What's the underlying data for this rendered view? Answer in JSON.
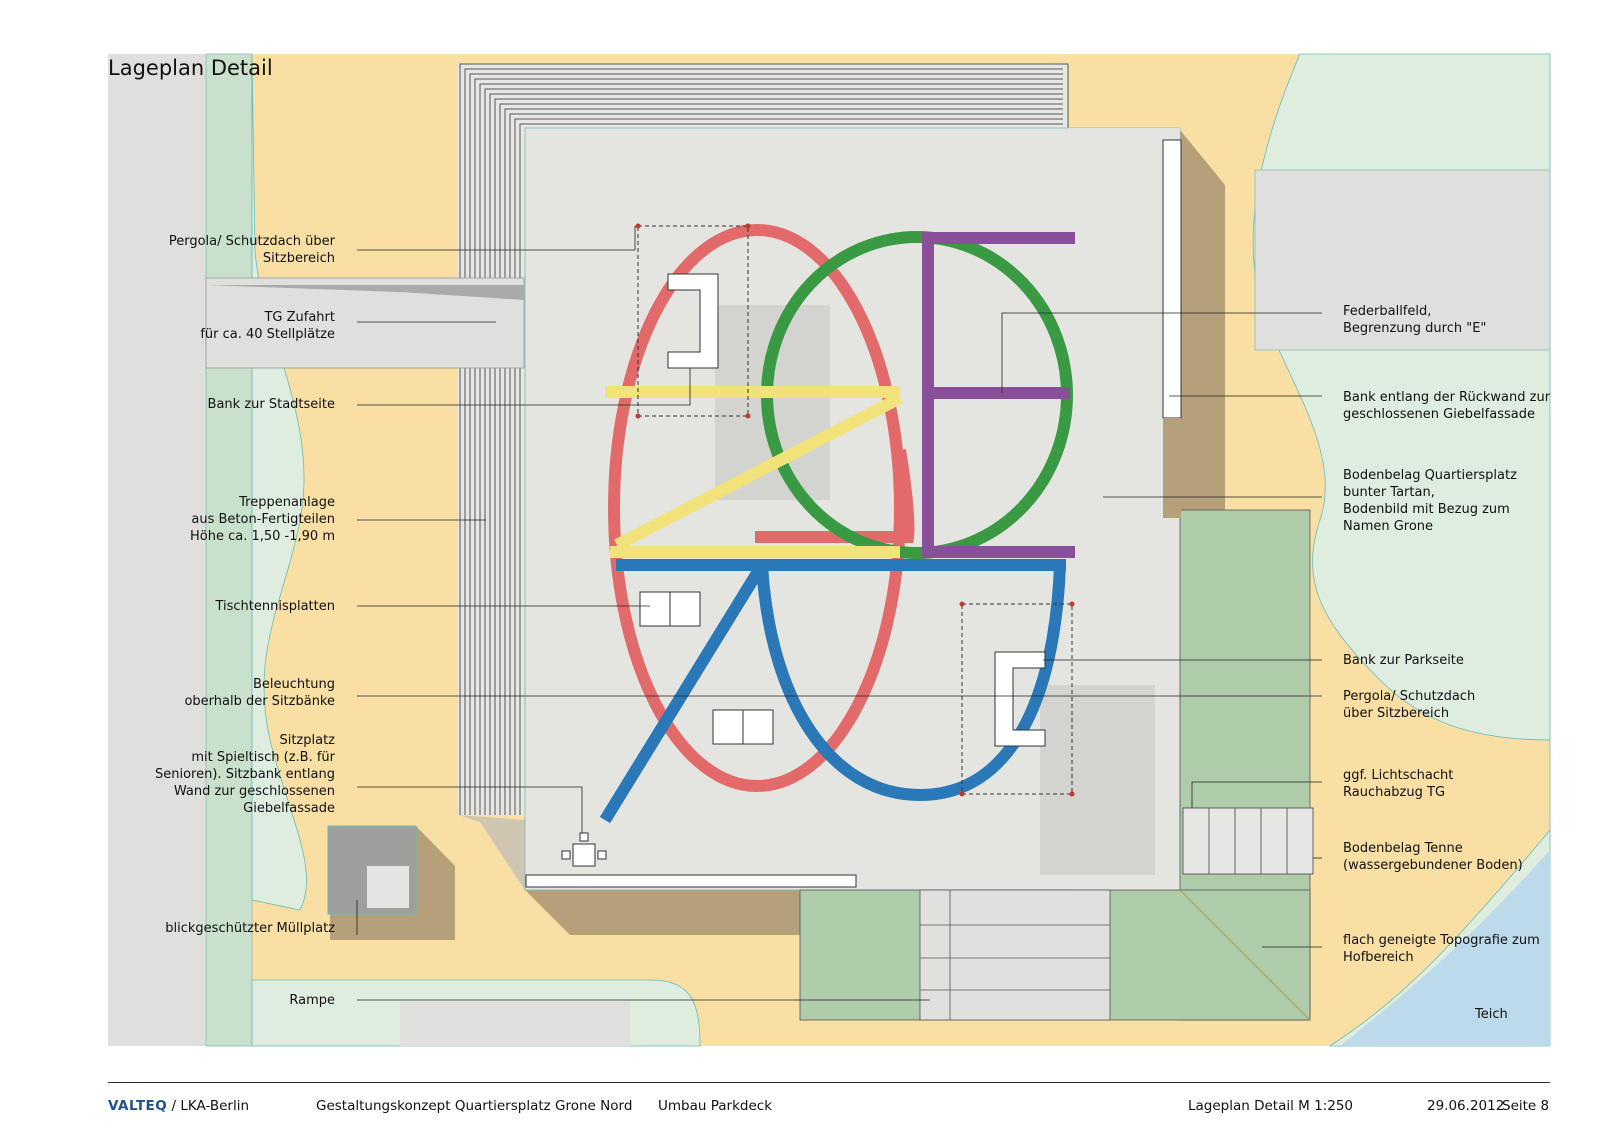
{
  "title": "Lageplan Detail",
  "labels_left": [
    {
      "id": "pergola-left",
      "lines": [
        "Pergola/ Schutzdach über",
        "Sitzbereich"
      ]
    },
    {
      "id": "tg-zufahrt",
      "lines": [
        "TG Zufahrt",
        "für ca. 40 Stellplätze"
      ]
    },
    {
      "id": "bank-stadtseite",
      "lines": [
        "Bank zur Stadtseite"
      ]
    },
    {
      "id": "treppenanlage",
      "lines": [
        "Treppenanlage",
        "aus Beton-Fertigteilen",
        "Höhe ca. 1,50 -1,90 m"
      ]
    },
    {
      "id": "tischtennis",
      "lines": [
        "Tischtennisplatten"
      ]
    },
    {
      "id": "beleuchtung",
      "lines": [
        "Beleuchtung",
        "oberhalb der Sitzbänke"
      ]
    },
    {
      "id": "sitzplatz",
      "lines": [
        "Sitzplatz",
        "mit Spieltisch (z.B. für",
        "Senioren). Sitzbank entlang",
        "Wand zur geschlossenen",
        "Giebelfassade"
      ]
    },
    {
      "id": "muellplatz",
      "lines": [
        "blickgeschützter Müllplatz"
      ]
    },
    {
      "id": "rampe",
      "lines": [
        "Rampe"
      ]
    }
  ],
  "labels_right": [
    {
      "id": "federballfeld",
      "lines": [
        "Federballfeld,",
        "Begrenzung durch \"E\""
      ]
    },
    {
      "id": "bank-rueckwand",
      "lines": [
        "Bank entlang der Rückwand zur",
        "geschlossenen Giebelfassade"
      ]
    },
    {
      "id": "bodenbelag-platz",
      "lines": [
        "Bodenbelag Quartiersplatz",
        "bunter Tartan,",
        "Bodenbild mit Bezug zum",
        "Namen Grone"
      ]
    },
    {
      "id": "bank-parkseite",
      "lines": [
        "Bank zur Parkseite"
      ]
    },
    {
      "id": "pergola-right",
      "lines": [
        "Pergola/ Schutzdach",
        "über Sitzbereich"
      ]
    },
    {
      "id": "lichtschacht",
      "lines": [
        "ggf. Lichtschacht",
        "Rauchabzug TG"
      ]
    },
    {
      "id": "tenne",
      "lines": [
        "Bodenbelag Tenne",
        "(wassergebundener Boden)"
      ]
    },
    {
      "id": "topografie",
      "lines": [
        "flach geneigte Topografie zum",
        "Hofbereich"
      ]
    }
  ],
  "teich_label": "Teich",
  "footer": {
    "brand": "VALTEQ",
    "partner": " / LKA-Berlin",
    "project": "Gestaltungskonzept Quartiersplatz Grone Nord",
    "subproject": "Umbau Parkdeck",
    "plan": "Lageplan Detail M 1:250",
    "date": "29.06.2012",
    "page": "Seite  8"
  },
  "colors": {
    "sand": "#f9dfa3",
    "lightgreen": "#d4e7d6",
    "green": "#aecbaa",
    "deck": "#e4e5e0",
    "shadow": "#b5a07a",
    "water": "#bcdaea",
    "red_letter": "#e36a6a",
    "green_letter": "#3a9a44",
    "purple_letter": "#8a4f9a",
    "blue_letter": "#2a78b8",
    "yellow_letter": "#f2e27a"
  }
}
